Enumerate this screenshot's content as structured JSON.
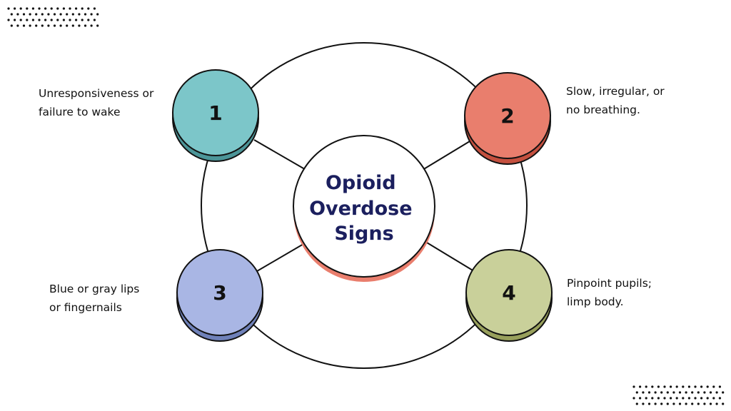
{
  "center": {
    "lines": [
      "Opioid",
      "Overdose",
      "Signs"
    ]
  },
  "signs": [
    {
      "number": "1",
      "lines": [
        "Unresponsiveness or",
        "failure to wake"
      ],
      "color": "#7cc6c9",
      "shadow": "#4c9598"
    },
    {
      "number": "2",
      "lines": [
        "Slow, irregular, or",
        "no breathing."
      ],
      "color": "#e97e6d",
      "shadow": "#c4503f"
    },
    {
      "number": "3",
      "lines": [
        "Blue or gray lips",
        "or fingernails"
      ],
      "color": "#a9b6e4",
      "shadow": "#6f81b9"
    },
    {
      "number": "4",
      "lines": [
        "Pinpoint pupils;",
        "limp body."
      ],
      "color": "#c9d09a",
      "shadow": "#98a05c"
    }
  ],
  "colors": {
    "outline": "#111111",
    "title": "#1b1f5e",
    "center_shadow": "#e97e6d"
  },
  "decoration": {
    "dot_grids": [
      "top-left",
      "bottom-right"
    ]
  }
}
